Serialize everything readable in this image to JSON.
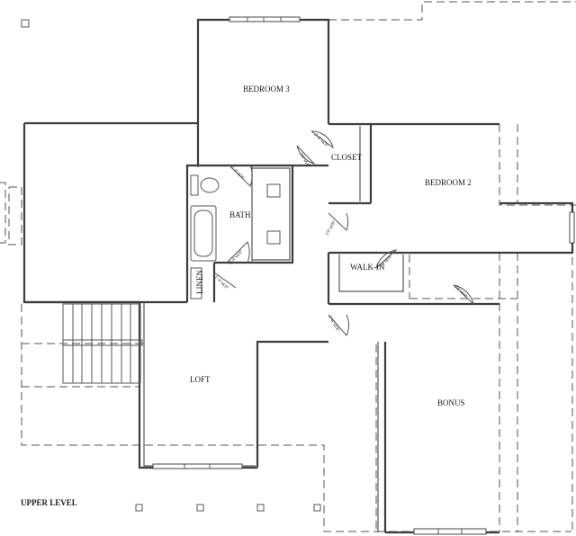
{
  "title": "UPPER LEVEL",
  "rooms": {
    "bedroom3": "BEDROOM 3",
    "bedroom2": "BEDROOM 2",
    "closet": "CLOSET",
    "bath": "BATH",
    "linen": "LINEN",
    "walkin": "WALK-IN",
    "loft": "LOFT",
    "bonus": "BONUS"
  },
  "doors": {
    "bath_top": "2'-4\"x6'8\"",
    "bath_bottom": "2'-4\"x6'8\"",
    "linen": "2'-4\"x6'8\"",
    "closet_a": "2'-6\"x6'8\"",
    "closet_b": "2'6\"x6'8\"",
    "bedroom2": "2'6\"x6'8\"",
    "walkin": "2'-4\"x6'8\"",
    "hall": "2'-6\"x6'8\"",
    "bonus": "2'6\"x6'8\""
  }
}
